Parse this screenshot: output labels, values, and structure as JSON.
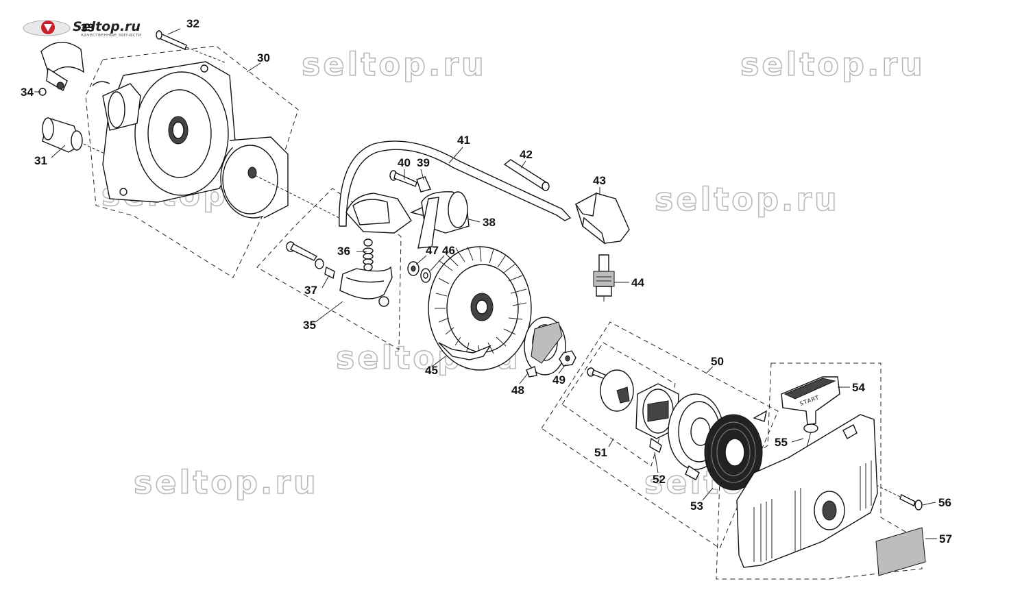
{
  "logo": {
    "text": "Seltop.ru",
    "subtitle": "качественные запчасти"
  },
  "watermarks": [
    "seltop.ru",
    "seltop.ru",
    "seltop.ru",
    "seltop.ru",
    "seltop.ru",
    "seltop.ru"
  ],
  "starter_handle_text": "START",
  "part_labels": {
    "p30": "30",
    "p31": "31",
    "p32": "32",
    "p33": "33",
    "p34": "34",
    "p35": "35",
    "p36": "36",
    "p37": "37",
    "p38": "38",
    "p39": "39",
    "p40": "40",
    "p41": "41",
    "p42": "42",
    "p43": "43",
    "p44": "44",
    "p45": "45",
    "p46": "46",
    "p47": "47",
    "p48": "48",
    "p49": "49",
    "p50": "50",
    "p51": "51",
    "p52": "52",
    "p53": "53",
    "p54": "54",
    "p55": "55",
    "p56": "56",
    "p57": "57"
  }
}
